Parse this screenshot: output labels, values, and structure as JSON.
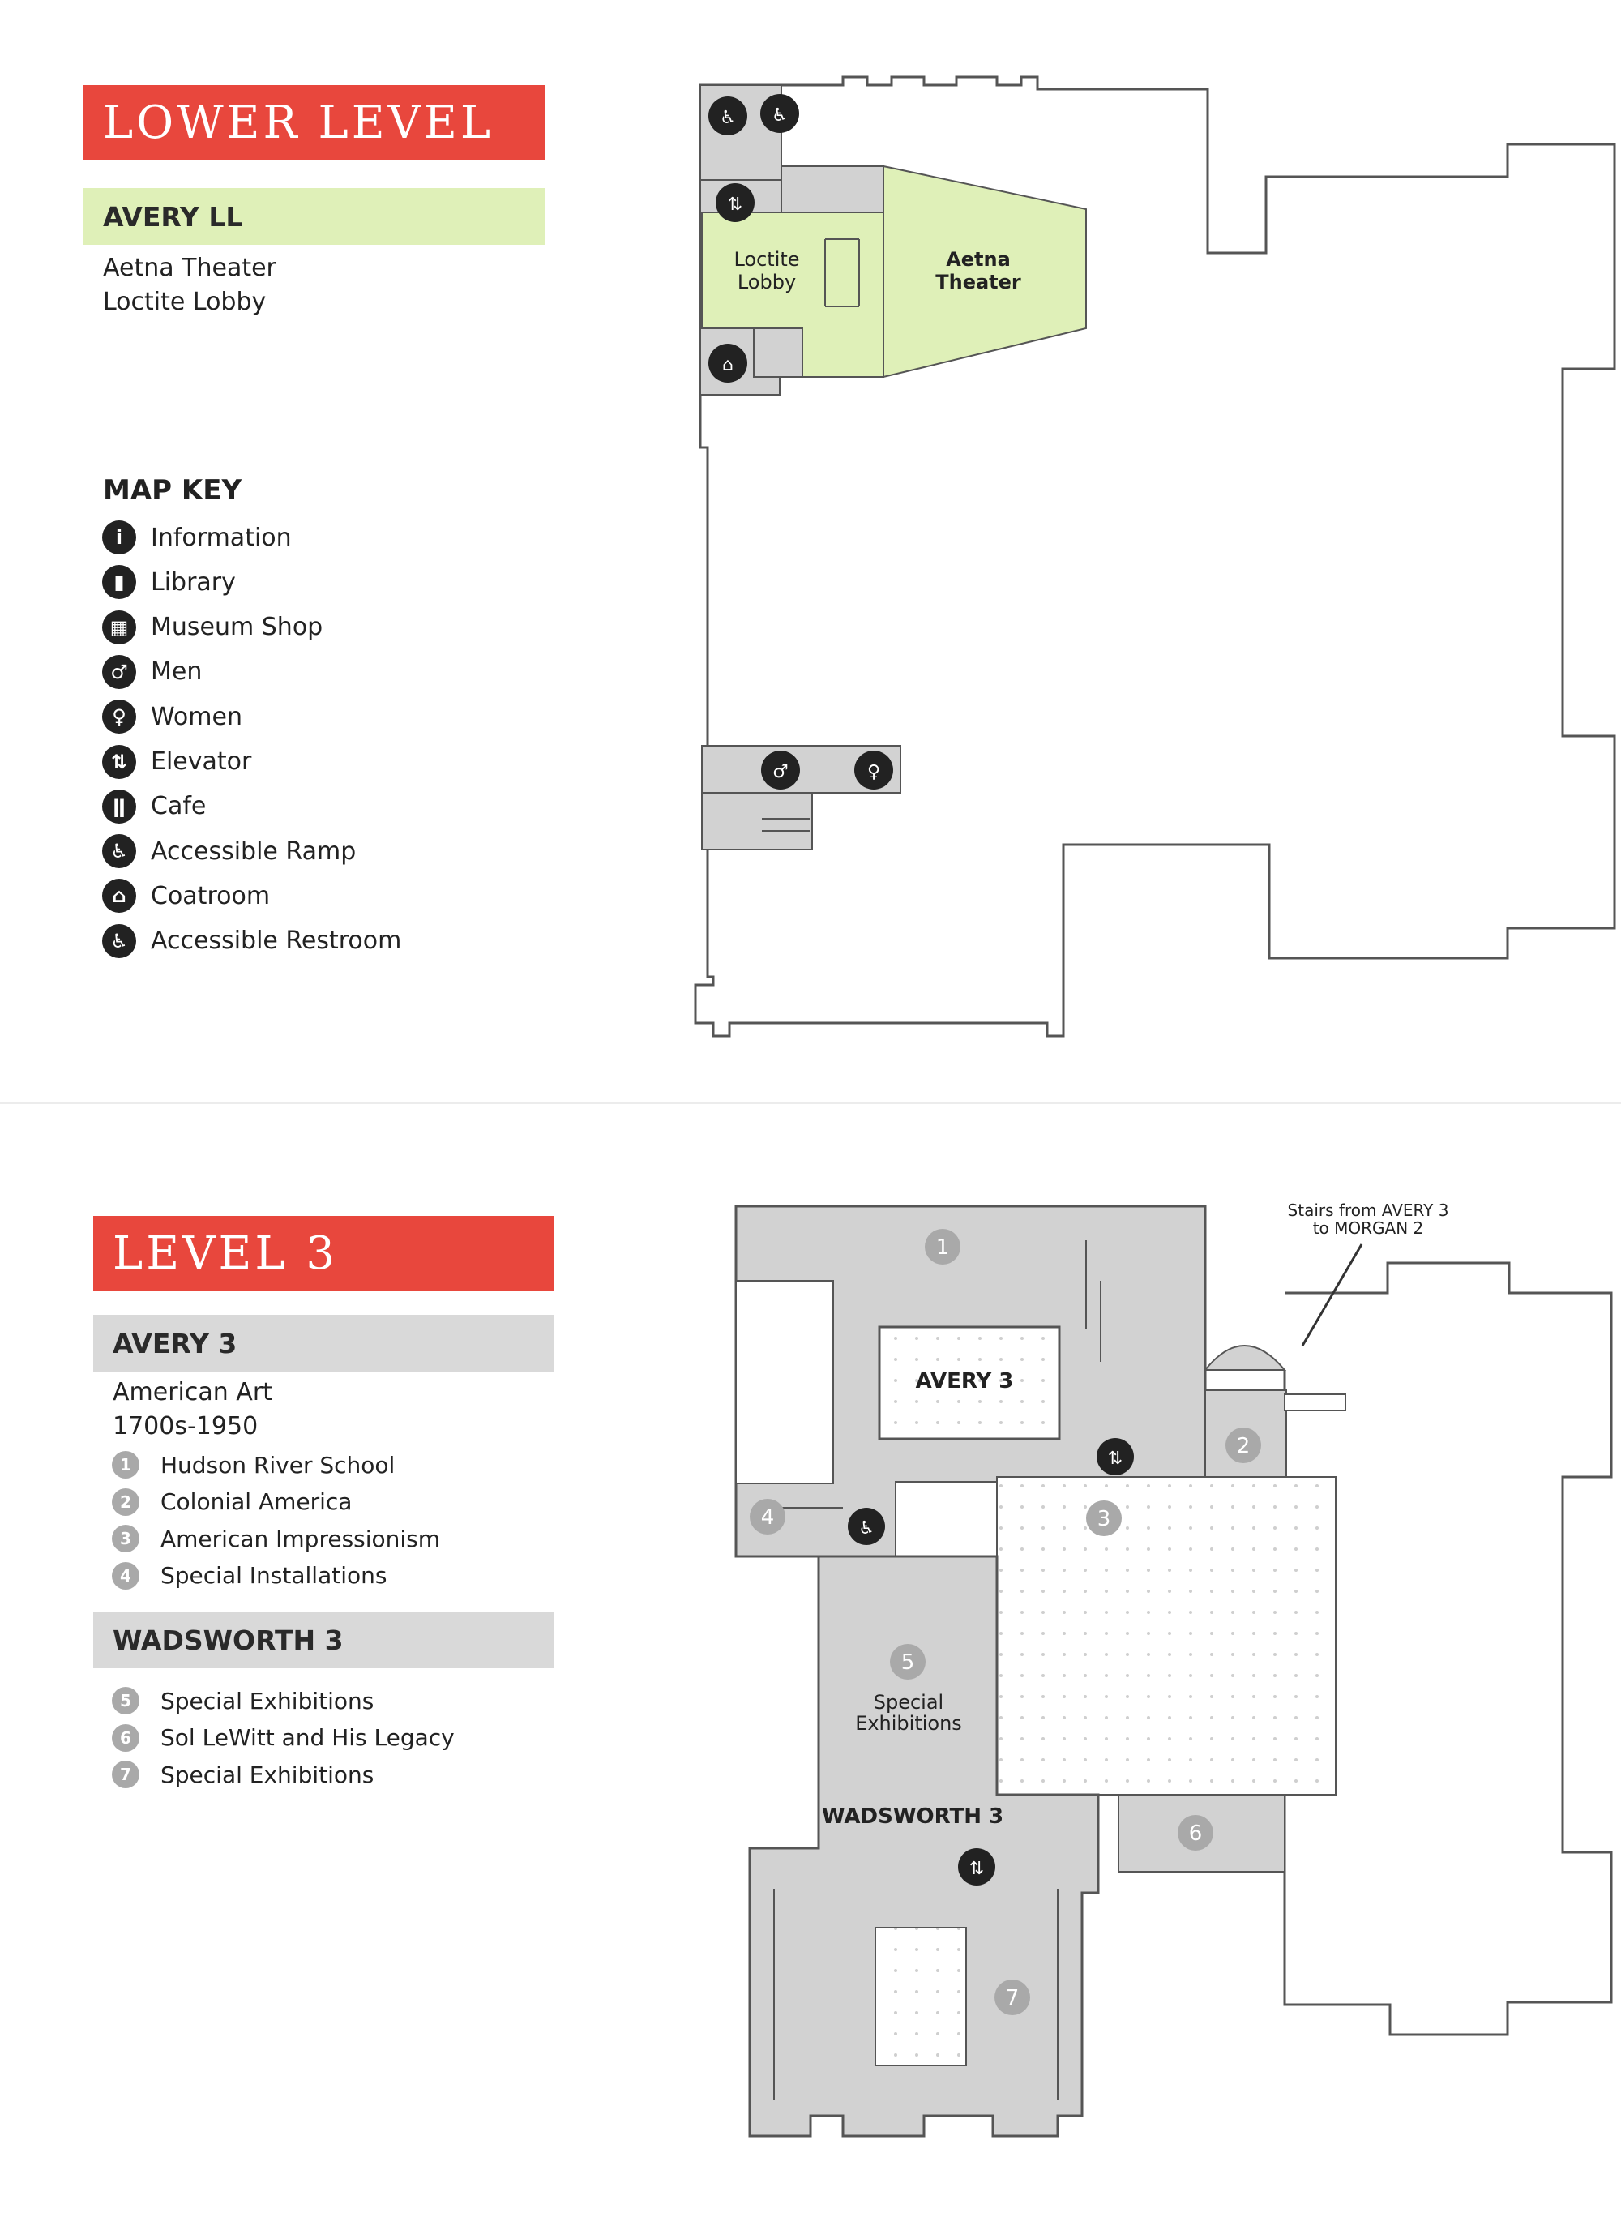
{
  "colors": {
    "banner_red": "#e8473d",
    "avery_ll_green": "#dff0b8",
    "sub_bar_gray": "#d9d9d9",
    "room_gray": "#d2d2d2",
    "icon_dark": "#222222",
    "badge_gray": "#a9a9a9"
  },
  "lower_level": {
    "banner": "LOWER LEVEL",
    "section_title": "AVERY LL",
    "spaces": [
      "Aetna Theater",
      "Loctite Lobby"
    ],
    "map_labels": {
      "loctite_lobby": [
        "Loctite",
        "Lobby"
      ],
      "aetna_theater": [
        "Aetna",
        "Theater"
      ]
    }
  },
  "map_key": {
    "title": "MAP KEY",
    "items": [
      {
        "label": "Information",
        "icon": "information-icon",
        "glyph": "i"
      },
      {
        "label": "Library",
        "icon": "library-icon",
        "glyph": "▮"
      },
      {
        "label": "Museum Shop",
        "icon": "museum-shop-icon",
        "glyph": "▦"
      },
      {
        "label": "Men",
        "icon": "men-icon",
        "glyph": "♂"
      },
      {
        "label": "Women",
        "icon": "women-icon",
        "glyph": "♀"
      },
      {
        "label": "Elevator",
        "icon": "elevator-icon",
        "glyph": "⇅"
      },
      {
        "label": "Cafe",
        "icon": "cafe-icon",
        "glyph": "ǁ"
      },
      {
        "label": "Accessible Ramp",
        "icon": "accessible-ramp-icon",
        "glyph": "♿"
      },
      {
        "label": "Coatroom",
        "icon": "coatroom-icon",
        "glyph": "⌂"
      },
      {
        "label": "Accessible Restroom",
        "icon": "accessible-restroom-icon",
        "glyph": "♿"
      }
    ]
  },
  "level_3": {
    "banner": "LEVEL 3",
    "avery": {
      "title": "AVERY 3",
      "subtitle": [
        "American Art",
        "1700s-1950"
      ],
      "galleries": [
        {
          "num": "1",
          "label": "Hudson River School"
        },
        {
          "num": "2",
          "label": "Colonial America"
        },
        {
          "num": "3",
          "label": "American Impressionism"
        },
        {
          "num": "4",
          "label": "Special Installations"
        }
      ]
    },
    "wadsworth": {
      "title": "WADSWORTH 3",
      "galleries": [
        {
          "num": "5",
          "label": "Special Exhibitions"
        },
        {
          "num": "6",
          "label": "Sol LeWitt and His Legacy"
        },
        {
          "num": "7",
          "label": "Special Exhibitions"
        }
      ]
    },
    "map_labels": {
      "avery_3": "AVERY 3",
      "wadsworth_3": "WADSWORTH 3",
      "special_exhibitions": [
        "Special",
        "Exhibitions"
      ],
      "stairs_note": [
        "Stairs from AVERY 3",
        "to MORGAN 2"
      ]
    },
    "map_badges": [
      "1",
      "2",
      "3",
      "4",
      "5",
      "6",
      "7"
    ]
  }
}
